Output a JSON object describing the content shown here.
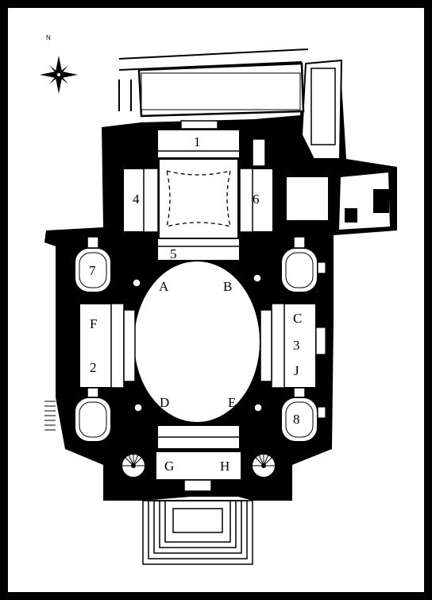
{
  "plan": {
    "north_label": "N",
    "labels": {
      "n1": "1",
      "n2": "2",
      "n3": "3",
      "n4": "4",
      "n5": "5",
      "n6": "6",
      "n7": "7",
      "n8": "8",
      "A": "A",
      "B": "B",
      "C": "C",
      "D": "D",
      "E": "E",
      "F": "F",
      "G": "G",
      "H": "H",
      "J": "J"
    }
  }
}
